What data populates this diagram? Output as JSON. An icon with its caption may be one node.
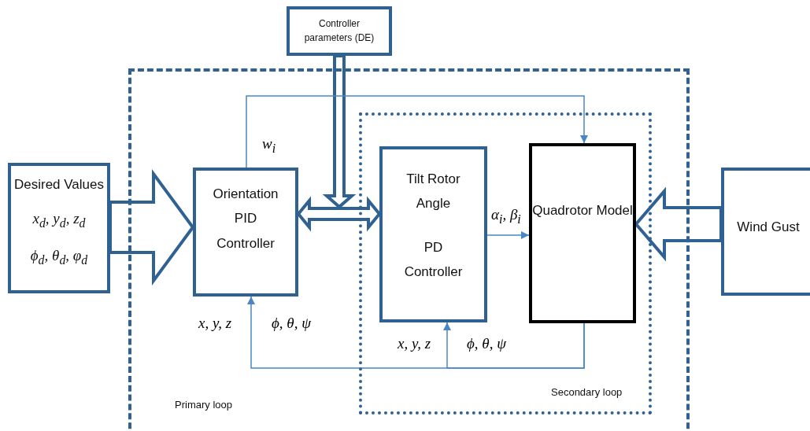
{
  "diagram": {
    "nodes": [
      {
        "text": [
          "Primary loop"
        ]
      },
      {
        "text": [
          "Secondary loop"
        ],
        "in": 0
      },
      {
        "text": [
          "Desired Values",
          "*x*$_{d}$, *y*$_{d}$, *z*$_{d}$",
          "*ϕ*$_{d}$, *θ*$_{d}$, *φ*$_{d}$"
        ]
      },
      {
        "text": [
          "Controller parameters (DE)"
        ]
      },
      {
        "text": [
          "Orientation PID Controller"
        ],
        "in": 0
      },
      {
        "text": [
          "Tilt Rotor Angle",
          "PD Controller"
        ],
        "in": 1
      },
      {
        "text": [
          "Quadrotor Model"
        ],
        "in": 1
      },
      {
        "text": [
          "Wind Gust"
        ]
      }
    ],
    "edges": [
      {
        "from": 2,
        "to": 4,
        "arrow": "to",
        "style": "thick"
      },
      {
        "from": 7,
        "to": 6,
        "arrow": "to",
        "style": "thick"
      },
      {
        "from": 3,
        "to": null,
        "arrow": "to",
        "style": "thick"
      },
      {
        "from": 4,
        "to": 5,
        "arrow": "both",
        "style": "thick"
      },
      {
        "from": 4,
        "to": 6,
        "arrow": "to",
        "label": "*w*$_{i}$"
      },
      {
        "from": 5,
        "to": 6,
        "arrow": "to",
        "label": "*α*$_{i}$, *β*$_{i}$"
      },
      {
        "from": 6,
        "to": 4,
        "arrow": "to"
      },
      {
        "from": 6,
        "to": 5,
        "arrow": "to"
      }
    ],
    "labels": [
      "x, y, z",
      "ϕ, θ, ψ",
      "x, y, z",
      "ϕ, θ, ψ"
    ]
  }
}
